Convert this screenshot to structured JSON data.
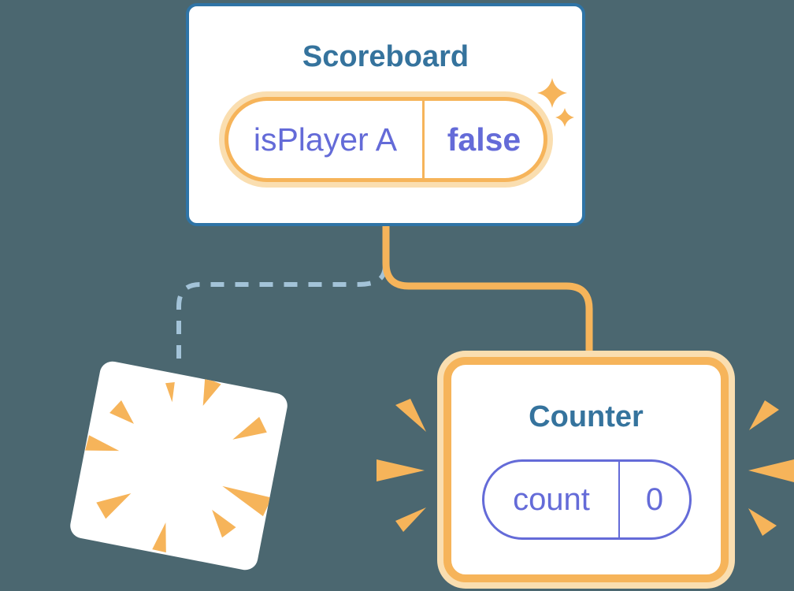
{
  "page": {
    "description": "Component tree diagram: Scoreboard parent keeps state, removed child poofs away, new Counter child appears with fresh state",
    "background": "#4B6770"
  },
  "palette": {
    "bg": "#4B6770",
    "orange": "#F6B45A",
    "orange_light": "#FADEB0",
    "purple": "#646BD8",
    "blue_border": "#2F74A6",
    "blue_text": "#35739D",
    "dash_blue": "#A3C3D8",
    "card_white": "#FFFFFF"
  },
  "scoreboard_card": {
    "title": "Scoreboard",
    "state_pill": {
      "label": "isPlayer A",
      "value": "false"
    }
  },
  "counter_card": {
    "title": "Counter",
    "state_pill": {
      "label": "count",
      "value": "0"
    }
  },
  "decorations": {
    "sparkles": "sparkles-icon",
    "poof_burst": "poof-burst-icon",
    "emphasis_left": "emphasis-burst-left-icon",
    "emphasis_right": "emphasis-burst-right-icon",
    "connector_active": "solid orange elbow connector",
    "connector_removed": "dashed blue elbow connector"
  }
}
